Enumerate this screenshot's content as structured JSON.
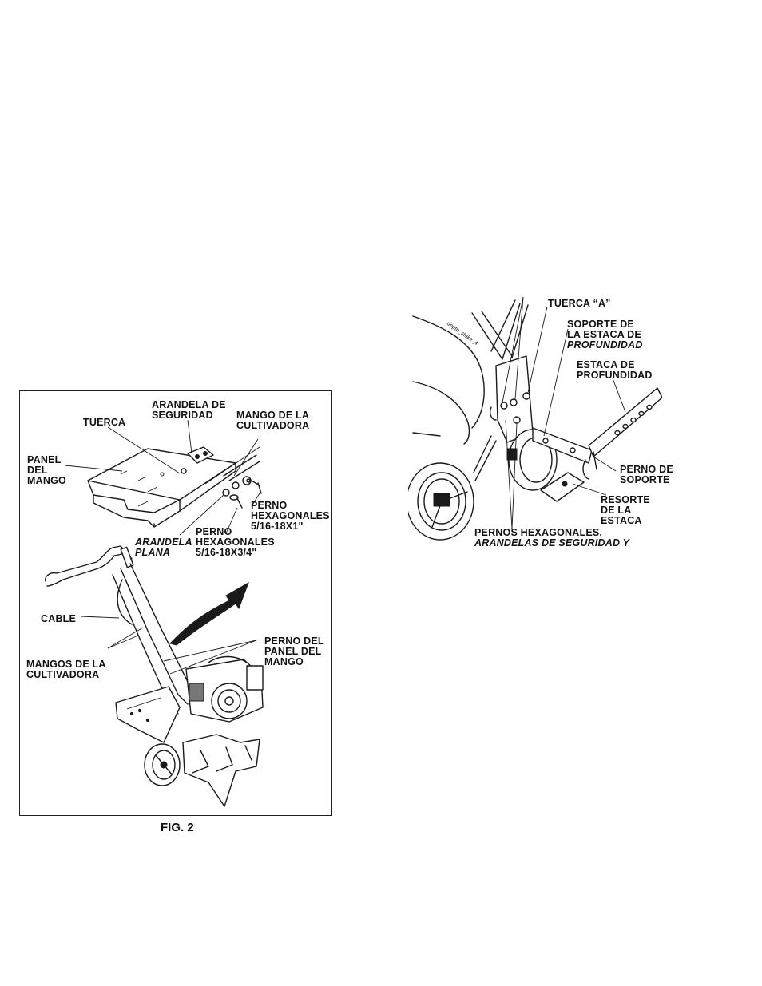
{
  "fig2": {
    "caption": "FIG. 2",
    "labels": {
      "arandela_seguridad": "ARANDELA DE\nSEGURIDAD",
      "tuerca": "TUERCA",
      "mango_cultivadora": "MANGO DE LA\nCULTIVADORA",
      "panel_mango": "PANEL\nDEL\nMANGO",
      "perno_1": "PERNO\nHEXAGONALES\n5/16-18X1\"",
      "arandela_plana": "ARANDELA\nPLANA",
      "perno_2": "PERNO\nHEXAGONALES\n5/16-18X3/4\"",
      "cable": "CABLE",
      "mangos_cultivadora": "MANGOS DE LA\nCULTIVADORA",
      "perno_panel": "PERNO DEL\nPANEL DEL\nMANGO"
    }
  },
  "fig3": {
    "labels": {
      "tuerca_a": "TUERCA “A”",
      "soporte_estaca_1": "SOPORTE DE\nLA ESTACA DE",
      "soporte_estaca_2": "PROFUNDIDAD",
      "estaca": "ESTACA DE\nPROFUNDIDAD",
      "perno_soporte": "PERNO DE\nSOPORTE",
      "resorte": "RESORTE\nDE LA\nESTACA",
      "pernos_hex": "PERNOS HEXAGONALES,",
      "arandelas": "ARANDELAS DE SEGURIDAD Y"
    },
    "part_marking": "depth_stake_4"
  }
}
